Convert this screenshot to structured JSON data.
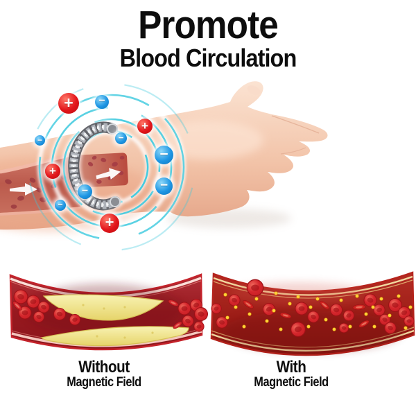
{
  "title": {
    "line1": "Promote",
    "line2": "Blood Circulation"
  },
  "hero": {
    "icons": {
      "positive_glyph": "+",
      "negative_glyph": "−"
    },
    "colors": {
      "positive_charge": "#E3161B",
      "negative_charge": "#1E96E4",
      "field_ring": "#3CC9DE",
      "bracelet_silver": "#C9CDD2",
      "skin": "#F2C7AE",
      "vessel_red": "#C2604F"
    }
  },
  "comparison": {
    "without": {
      "label": "Without",
      "sublabel": "Magnetic Field"
    },
    "with": {
      "label": "With",
      "sublabel": "Magnetic Field"
    },
    "colors": {
      "artery_red": "#A32028",
      "plaque_yellow": "#F1E793",
      "blood_cell": "#D4262C",
      "nutrient_dot": "#FFD23A"
    }
  }
}
